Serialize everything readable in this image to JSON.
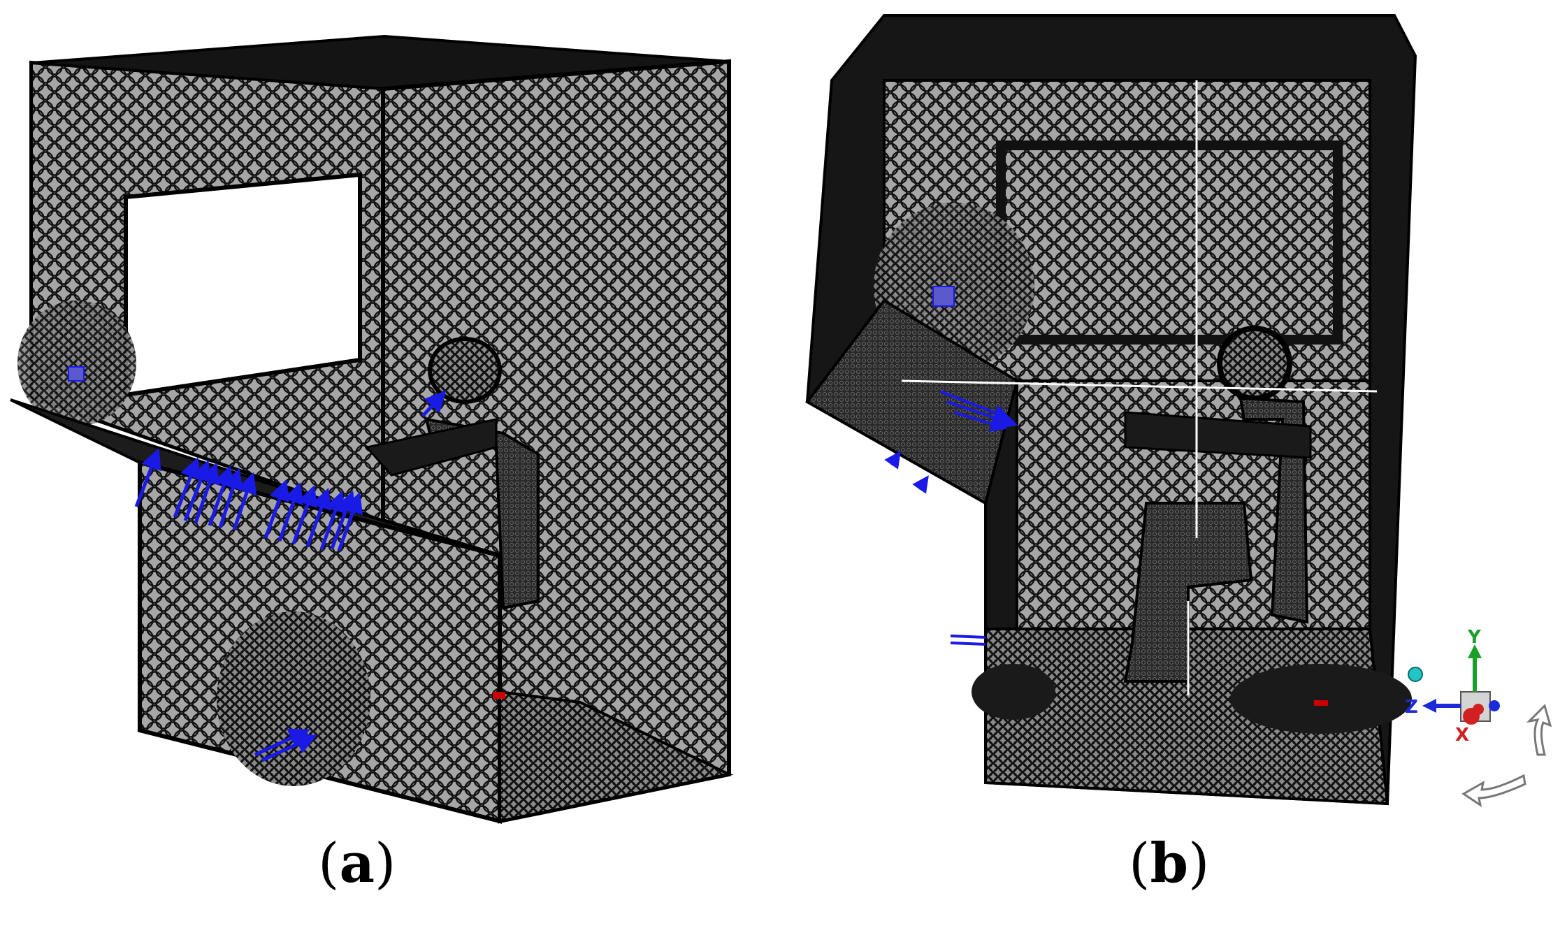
{
  "panels": [
    {
      "id": "a",
      "caption": "a"
    },
    {
      "id": "b",
      "caption": "b"
    }
  ],
  "orientation_triad": {
    "icon": "axis-triad-icon",
    "labels": {
      "y": "Y",
      "z": "Z",
      "x": "X"
    },
    "colors": {
      "y": "#1aa02a",
      "z": "#1a2ad8",
      "x": "#d02020"
    },
    "rotate_icons": [
      "rotate-arrow-icon",
      "rotate-arrow-icon"
    ]
  },
  "colors": {
    "mesh_fill": "#a6a6a6",
    "mesh_line": "#111111",
    "window": "#ffffff",
    "vector": "#1a1ae6",
    "outlet": "#cc0000",
    "section_line": "#ffffff"
  }
}
